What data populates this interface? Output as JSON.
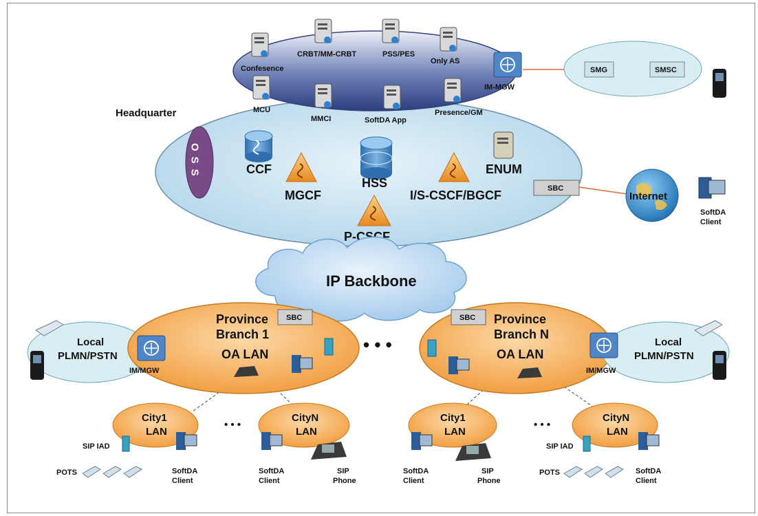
{
  "headquarter": {
    "title": "Headquarter",
    "app_servers": [
      "Confesence",
      "CRBT/MM-CRBT",
      "PSS/PES",
      "Only AS",
      "MCU",
      "MMCI",
      "SoftDA App",
      "Presence/GM"
    ],
    "im_mgw": "IM-MGW",
    "oss": "OSS",
    "ccf": "CCF",
    "hss": "HSS",
    "enum": "ENUM",
    "mgcf": "MGCF",
    "icscf": "I/S-CSCF/BGCF",
    "pcscf": "P-CSCF",
    "sbc": "SBC"
  },
  "external": {
    "smg": "SMG",
    "smsc": "SMSC",
    "internet": "Internet",
    "softda_client": "SoftDA Client"
  },
  "backbone": {
    "label": "IP Backbone"
  },
  "branch1": {
    "title_line1": "Province",
    "title_line2": "Branch 1",
    "lan": "OA LAN",
    "sbc": "SBC",
    "im_mgw": "IM/MGW",
    "local_line1": "Local",
    "local_line2": "PLMN/PSTN"
  },
  "branchN": {
    "title_line1": "Province",
    "title_line2": "Branch N",
    "lan": "OA LAN",
    "sbc": "SBC",
    "im_mgw": "IM/MGW",
    "local_line1": "Local",
    "local_line2": "PLMN/PSTN"
  },
  "ellipsis": "• • •",
  "small_ellipsis": "• • •",
  "cities": [
    {
      "line1": "City1",
      "line2": "LAN"
    },
    {
      "line1": "CityN",
      "line2": "LAN"
    },
    {
      "line1": "City1",
      "line2": "LAN"
    },
    {
      "line1": "CityN",
      "line2": "LAN"
    }
  ],
  "endpoints": {
    "sip_iad": "SIP IAD",
    "pots": "POTS",
    "softda_line1": "SoftDA",
    "softda_line2": "Client",
    "sip_line1": "SIP",
    "sip_line2": "Phone"
  },
  "colors": {
    "hq_fill": "#cfe6f3",
    "hq_top": "#3d4f8e",
    "branch_fill": "#f6a64a",
    "city_fill": "#f8b462",
    "cloud": "#b8d8f2",
    "plmn": "#d9eef3",
    "oss": "#7a4a86",
    "link": "#e06a3c"
  }
}
